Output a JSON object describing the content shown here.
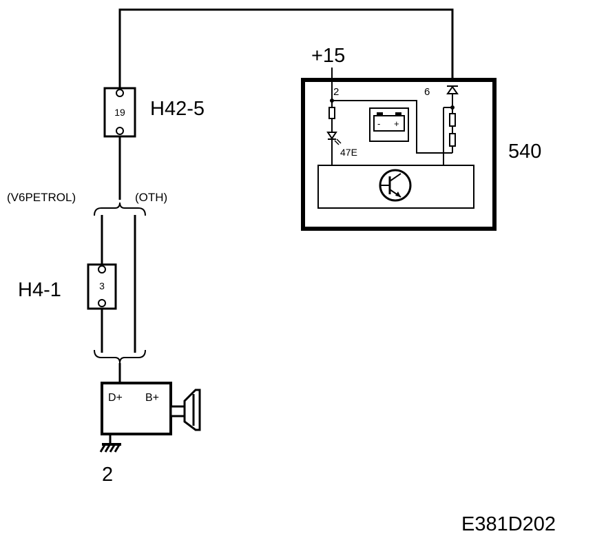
{
  "diagram": {
    "connector_top": {
      "id": "H42-5",
      "pin": "19"
    },
    "connector_mid": {
      "id": "H4-1",
      "pin": "3"
    },
    "variants": {
      "left": "(V6PETROL)",
      "right": "(OTH)"
    },
    "supply": "+15",
    "module": {
      "id": "540",
      "pin_left": "2",
      "pin_right": "6",
      "led_ref": "47E",
      "battery_minus": "-",
      "battery_plus": "+"
    },
    "alternator": {
      "id": "2",
      "terminal_d": "D+",
      "terminal_b": "B+"
    },
    "figure_code": "E381D202"
  }
}
